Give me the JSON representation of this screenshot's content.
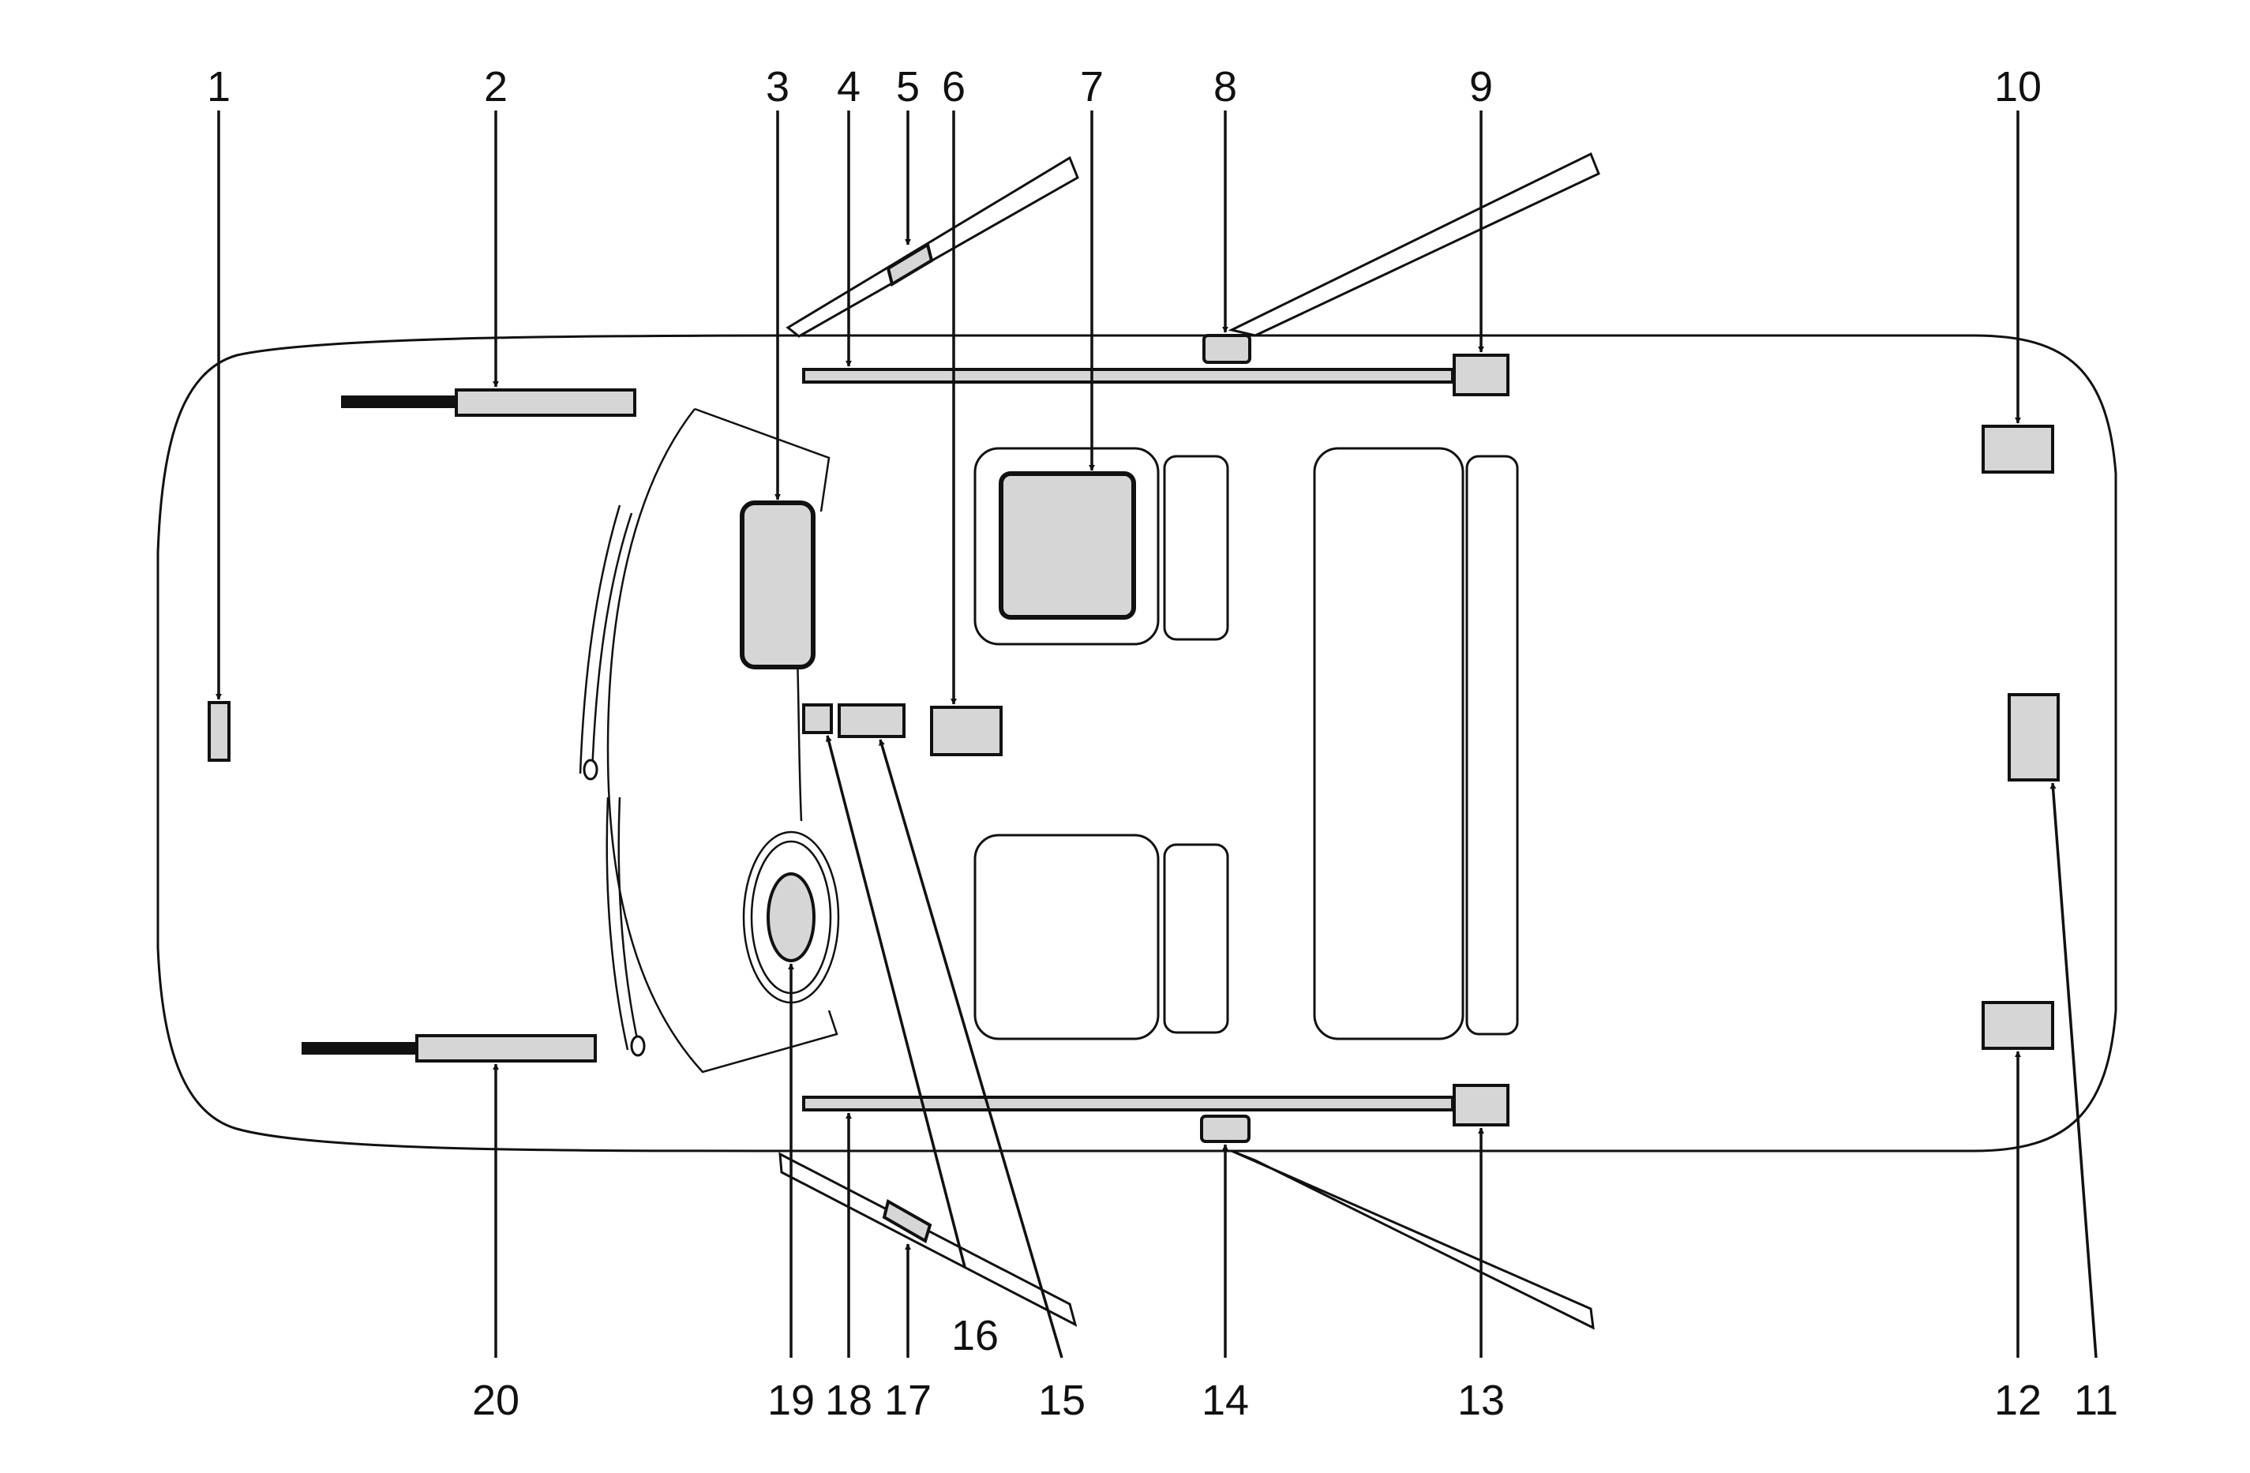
{
  "diagram": {
    "component_fill": "#d6d6d6",
    "callouts": {
      "c1": "1",
      "c2": "2",
      "c3": "3",
      "c4": "4",
      "c5": "5",
      "c6": "6",
      "c7": "7",
      "c8": "8",
      "c9": "9",
      "c10": "10",
      "c11": "11",
      "c12": "12",
      "c13": "13",
      "c14": "14",
      "c15": "15",
      "c16": "16",
      "c17": "17",
      "c18": "18",
      "c19": "19",
      "c20": "20"
    }
  }
}
